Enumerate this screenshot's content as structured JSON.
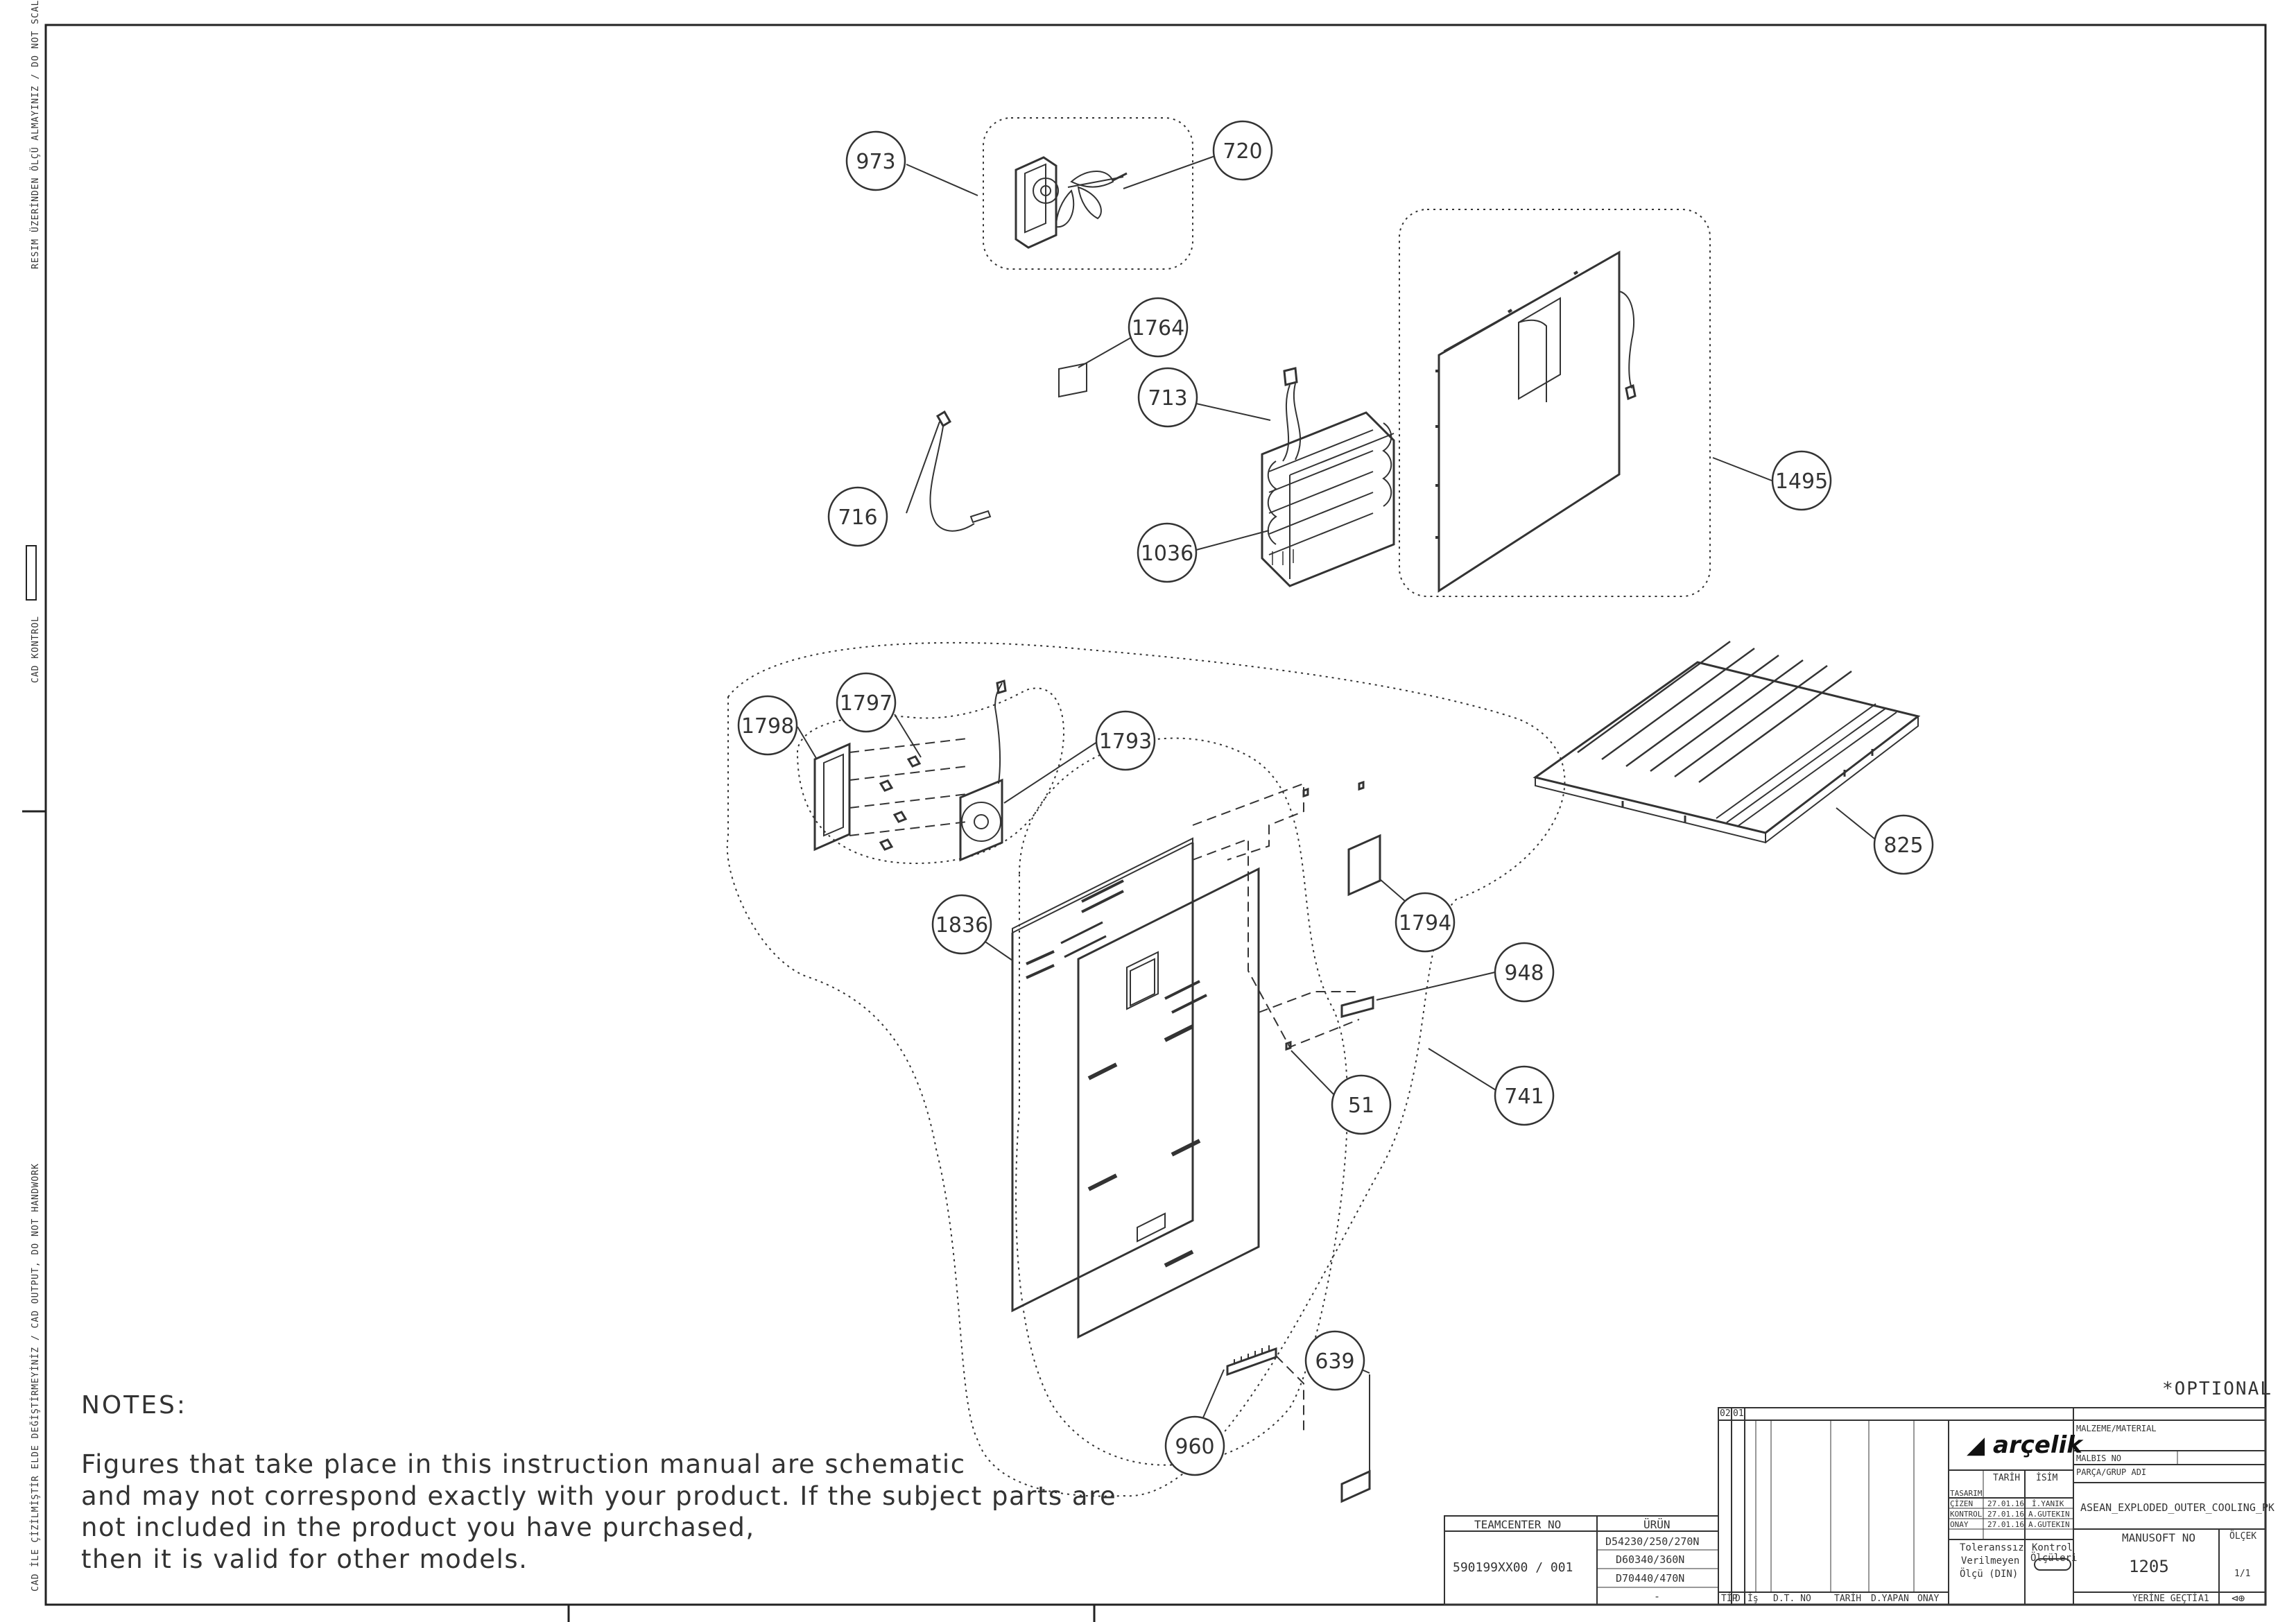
{
  "balloons": [
    {
      "label": "973"
    },
    {
      "label": "720"
    },
    {
      "label": "1764"
    },
    {
      "label": "713"
    },
    {
      "label": "716"
    },
    {
      "label": "1036"
    },
    {
      "label": "1495"
    },
    {
      "label": "1798"
    },
    {
      "label": "1797"
    },
    {
      "label": "1793"
    },
    {
      "label": "1836"
    },
    {
      "label": "1794"
    },
    {
      "label": "948"
    },
    {
      "label": "51"
    },
    {
      "label": "741"
    },
    {
      "label": "825"
    },
    {
      "label": "639"
    },
    {
      "label": "960"
    }
  ],
  "side_notes": {
    "top": "RESIM ÜZERİNDEN ÖLÇÜ ALMAYINIZ / DO NOT SCALE",
    "middle": "CAD KONTROL",
    "bottom": "CAD İLE ÇİZİLMİŞTİR ELDE DEĞİŞTİRMEYİNİZ / CAD OUTPUT, DO NOT HANDWORK"
  },
  "notes": {
    "title": "NOTES:",
    "lines": [
      "Figures that take place in this instruction manual are schematic",
      "and may not correspond exactly with your product. If the subject parts are",
      "not included in the product you have purchased,",
      "then it is valid for other models."
    ]
  },
  "optional_label": "*OPTIONAL",
  "title_block": {
    "brand": "arçelik",
    "teamcenter_header": "TEAMCENTER NO",
    "teamcenter_value": "590199XX00 / 001",
    "urun_header": "ÜRÜN",
    "urun_values": [
      "D54230/250/270N",
      "D60340/360N",
      "D70440/470N",
      "-"
    ],
    "revision": [
      "02",
      "01"
    ],
    "bottom_headers": [
      "TİP",
      "D",
      "İş",
      "D.T. NO",
      "TARİH",
      "D.YAPAN",
      "ONAY"
    ],
    "sign_headers": [
      "TARİH",
      "İSİM"
    ],
    "sign_rows": [
      {
        "role": "TASARIM",
        "date": "",
        "name": ""
      },
      {
        "role": "ÇİZEN",
        "date": "27.01.16",
        "name": "İ.YANIK"
      },
      {
        "role": "KONTROL",
        "date": "27.01.16",
        "name": "A.GUTEKIN"
      },
      {
        "role": "ONAY",
        "date": "27.01.16",
        "name": "A.GUTEKIN"
      }
    ],
    "tolerance": [
      "Toleranssız",
      "Verilmeyen",
      "Ölçü (DIN)"
    ],
    "control": [
      "Kontrol",
      "Ölçüleri"
    ],
    "material_label": "MALZEME/MATERIAL",
    "malbis_label": "MALBIS NO",
    "part_group_label": "PARÇA/GRUP ADI",
    "part_group_value": "ASEAN_EXPLODED_OUTER_COOLING_PK",
    "manusoft_label": "MANUSOFT NO",
    "manusoft_value": "1205",
    "scale_label": "ÖLÇEK",
    "scale_value": "1/1",
    "replaces_label": "YERİNE GEÇTİ",
    "sheet_size": "A1"
  }
}
